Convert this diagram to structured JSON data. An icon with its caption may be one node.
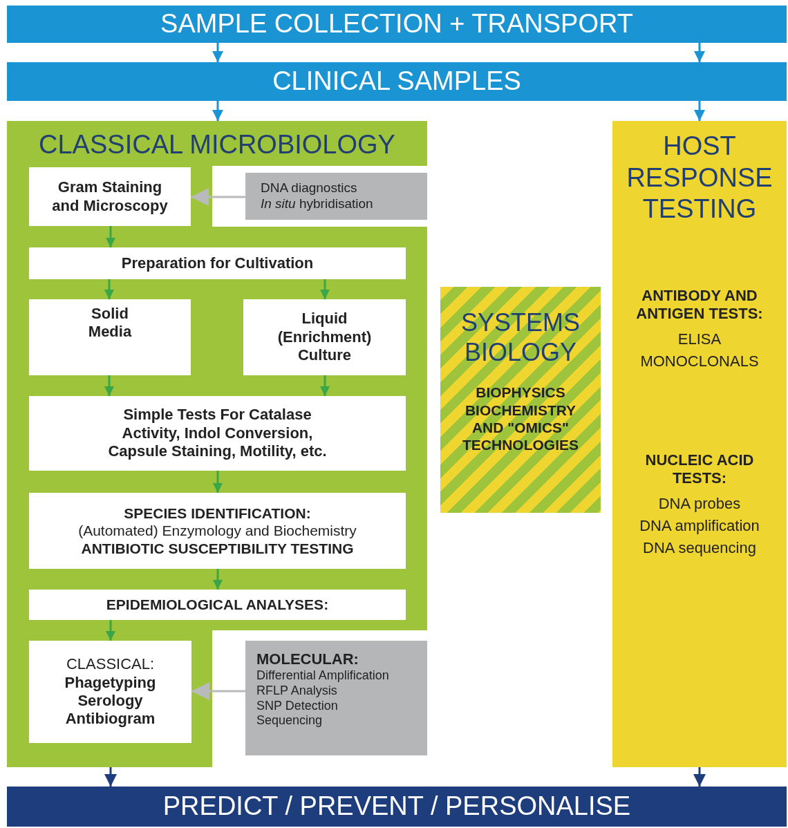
{
  "diagram": {
    "nodes": [
      {
        "text": [
          "SAMPLE COLLECTION + TRANSPORT"
        ]
      },
      {
        "text": [
          "CLINICAL SAMPLES"
        ]
      },
      {
        "text": [
          "CLASSICAL MICROBIOLOGY"
        ]
      },
      {
        "text": [
          "Gram Staining and Microscopy"
        ],
        "in": 2
      },
      {
        "text": [
          "DNA diagnostics",
          "*In situ* hybridisation"
        ],
        "in": 2
      },
      {
        "text": [
          "Preparation for Cultivation"
        ],
        "in": 2
      },
      {
        "text": [
          "Solid Media"
        ],
        "in": 2
      },
      {
        "text": [
          "Liquid (Enrichment) Culture"
        ],
        "in": 2
      },
      {
        "text": [
          "Simple Tests For Catalase Activity, Indol Conversion, Capsule Staining, Motility, etc."
        ],
        "in": 2
      },
      {
        "text": [
          "SPECIES IDENTIFICATION:",
          "(Automated) Enzymology and Biochemistry",
          "ANTIBIOTIC SUSCEPTIBILITY TESTING"
        ],
        "in": 2
      },
      {
        "text": [
          "EPIDEMIOLOGICAL ANALYSES:"
        ],
        "in": 2
      },
      {
        "text": [
          "CLASSICAL:",
          "Phagetyping",
          "Serology",
          "Antibiogram"
        ],
        "in": 2
      },
      {
        "text": [
          "MOLECULAR:",
          "Differential Amplification",
          "RFLP Analysis",
          "SNP Detection",
          "Sequencing"
        ]
      },
      {
        "text": [
          "SYSTEMS BIOLOGY",
          "BIOPHYSICS BIOCHEMISTRY AND \"OMICS\" TECHNOLOGIES"
        ]
      },
      {
        "text": [
          "HOST RESPONSE TESTING",
          "ANTIBODY AND ANTIGEN TESTS:",
          "ELISA",
          "MONOCLONALS",
          "NUCLEIC ACID TESTS:",
          "DNA probes",
          "DNA amplification",
          "DNA sequencing"
        ]
      },
      {
        "text": [
          "PREDICT / PREVENT / PERSONALISE"
        ]
      }
    ],
    "edges": [
      {
        "from": 0,
        "to": 1,
        "arrow": "to",
        "color": "#1b94d4"
      },
      {
        "from": 0,
        "to": 1,
        "arrow": "to",
        "color": "#1b94d4"
      },
      {
        "from": 1,
        "to": 2,
        "arrow": "to",
        "color": "#1b94d4"
      },
      {
        "from": 1,
        "to": 14,
        "arrow": "to",
        "color": "#1b94d4"
      },
      {
        "from": 4,
        "to": 3,
        "arrow": "to",
        "color": "#b9babc"
      },
      {
        "from": 3,
        "to": 5,
        "arrow": "to"
      },
      {
        "from": 5,
        "to": 6,
        "arrow": "to"
      },
      {
        "from": 5,
        "to": 7,
        "arrow": "to"
      },
      {
        "from": 6,
        "to": 8,
        "arrow": "to"
      },
      {
        "from": 7,
        "to": 8,
        "arrow": "to"
      },
      {
        "from": 8,
        "to": 9,
        "arrow": "to"
      },
      {
        "from": 9,
        "to": 10,
        "arrow": "to"
      },
      {
        "from": 10,
        "to": 11,
        "arrow": "to"
      },
      {
        "from": 12,
        "to": 11,
        "arrow": "to",
        "color": "#b9babc"
      },
      {
        "from": 2,
        "to": 15,
        "arrow": "to",
        "color": "#1d3d7c"
      },
      {
        "from": 14,
        "to": 15,
        "arrow": "to",
        "color": "#1d3d7c"
      }
    ]
  }
}
